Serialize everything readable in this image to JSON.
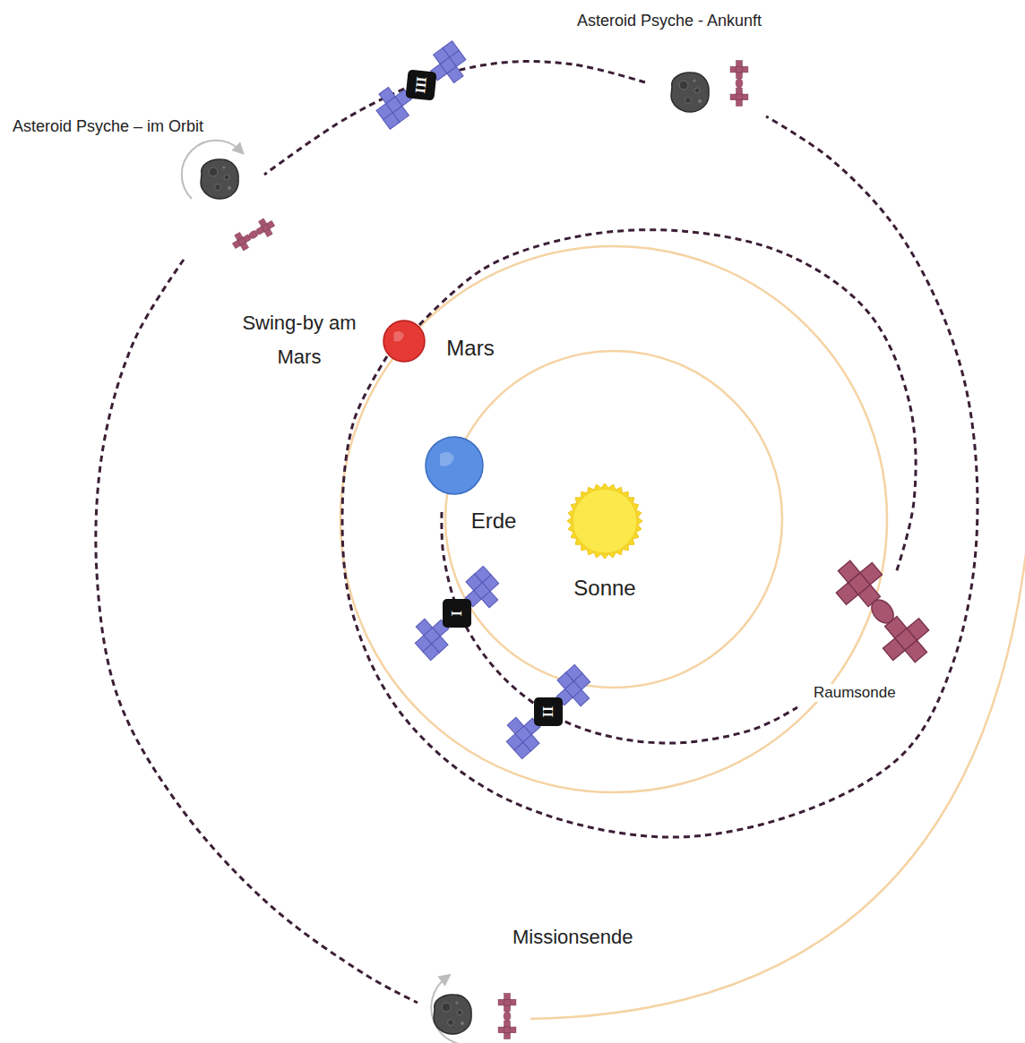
{
  "diagram": {
    "nodes": [
      {
        "text": [
          "III"
        ]
      },
      {
        "text": [
          "Mars"
        ]
      },
      {
        "text": [
          "Erde"
        ]
      },
      {
        "text": [
          "Sonne"
        ]
      },
      {
        "text": [
          "I"
        ]
      },
      {
        "text": [
          "II"
        ]
      }
    ],
    "labels": [
      "Asteroid Psyche - Ankunft",
      "Asteroid Psyche – im Orbit",
      "Swing-by am Mars",
      "Raumsonde",
      "Missionsende"
    ]
  }
}
